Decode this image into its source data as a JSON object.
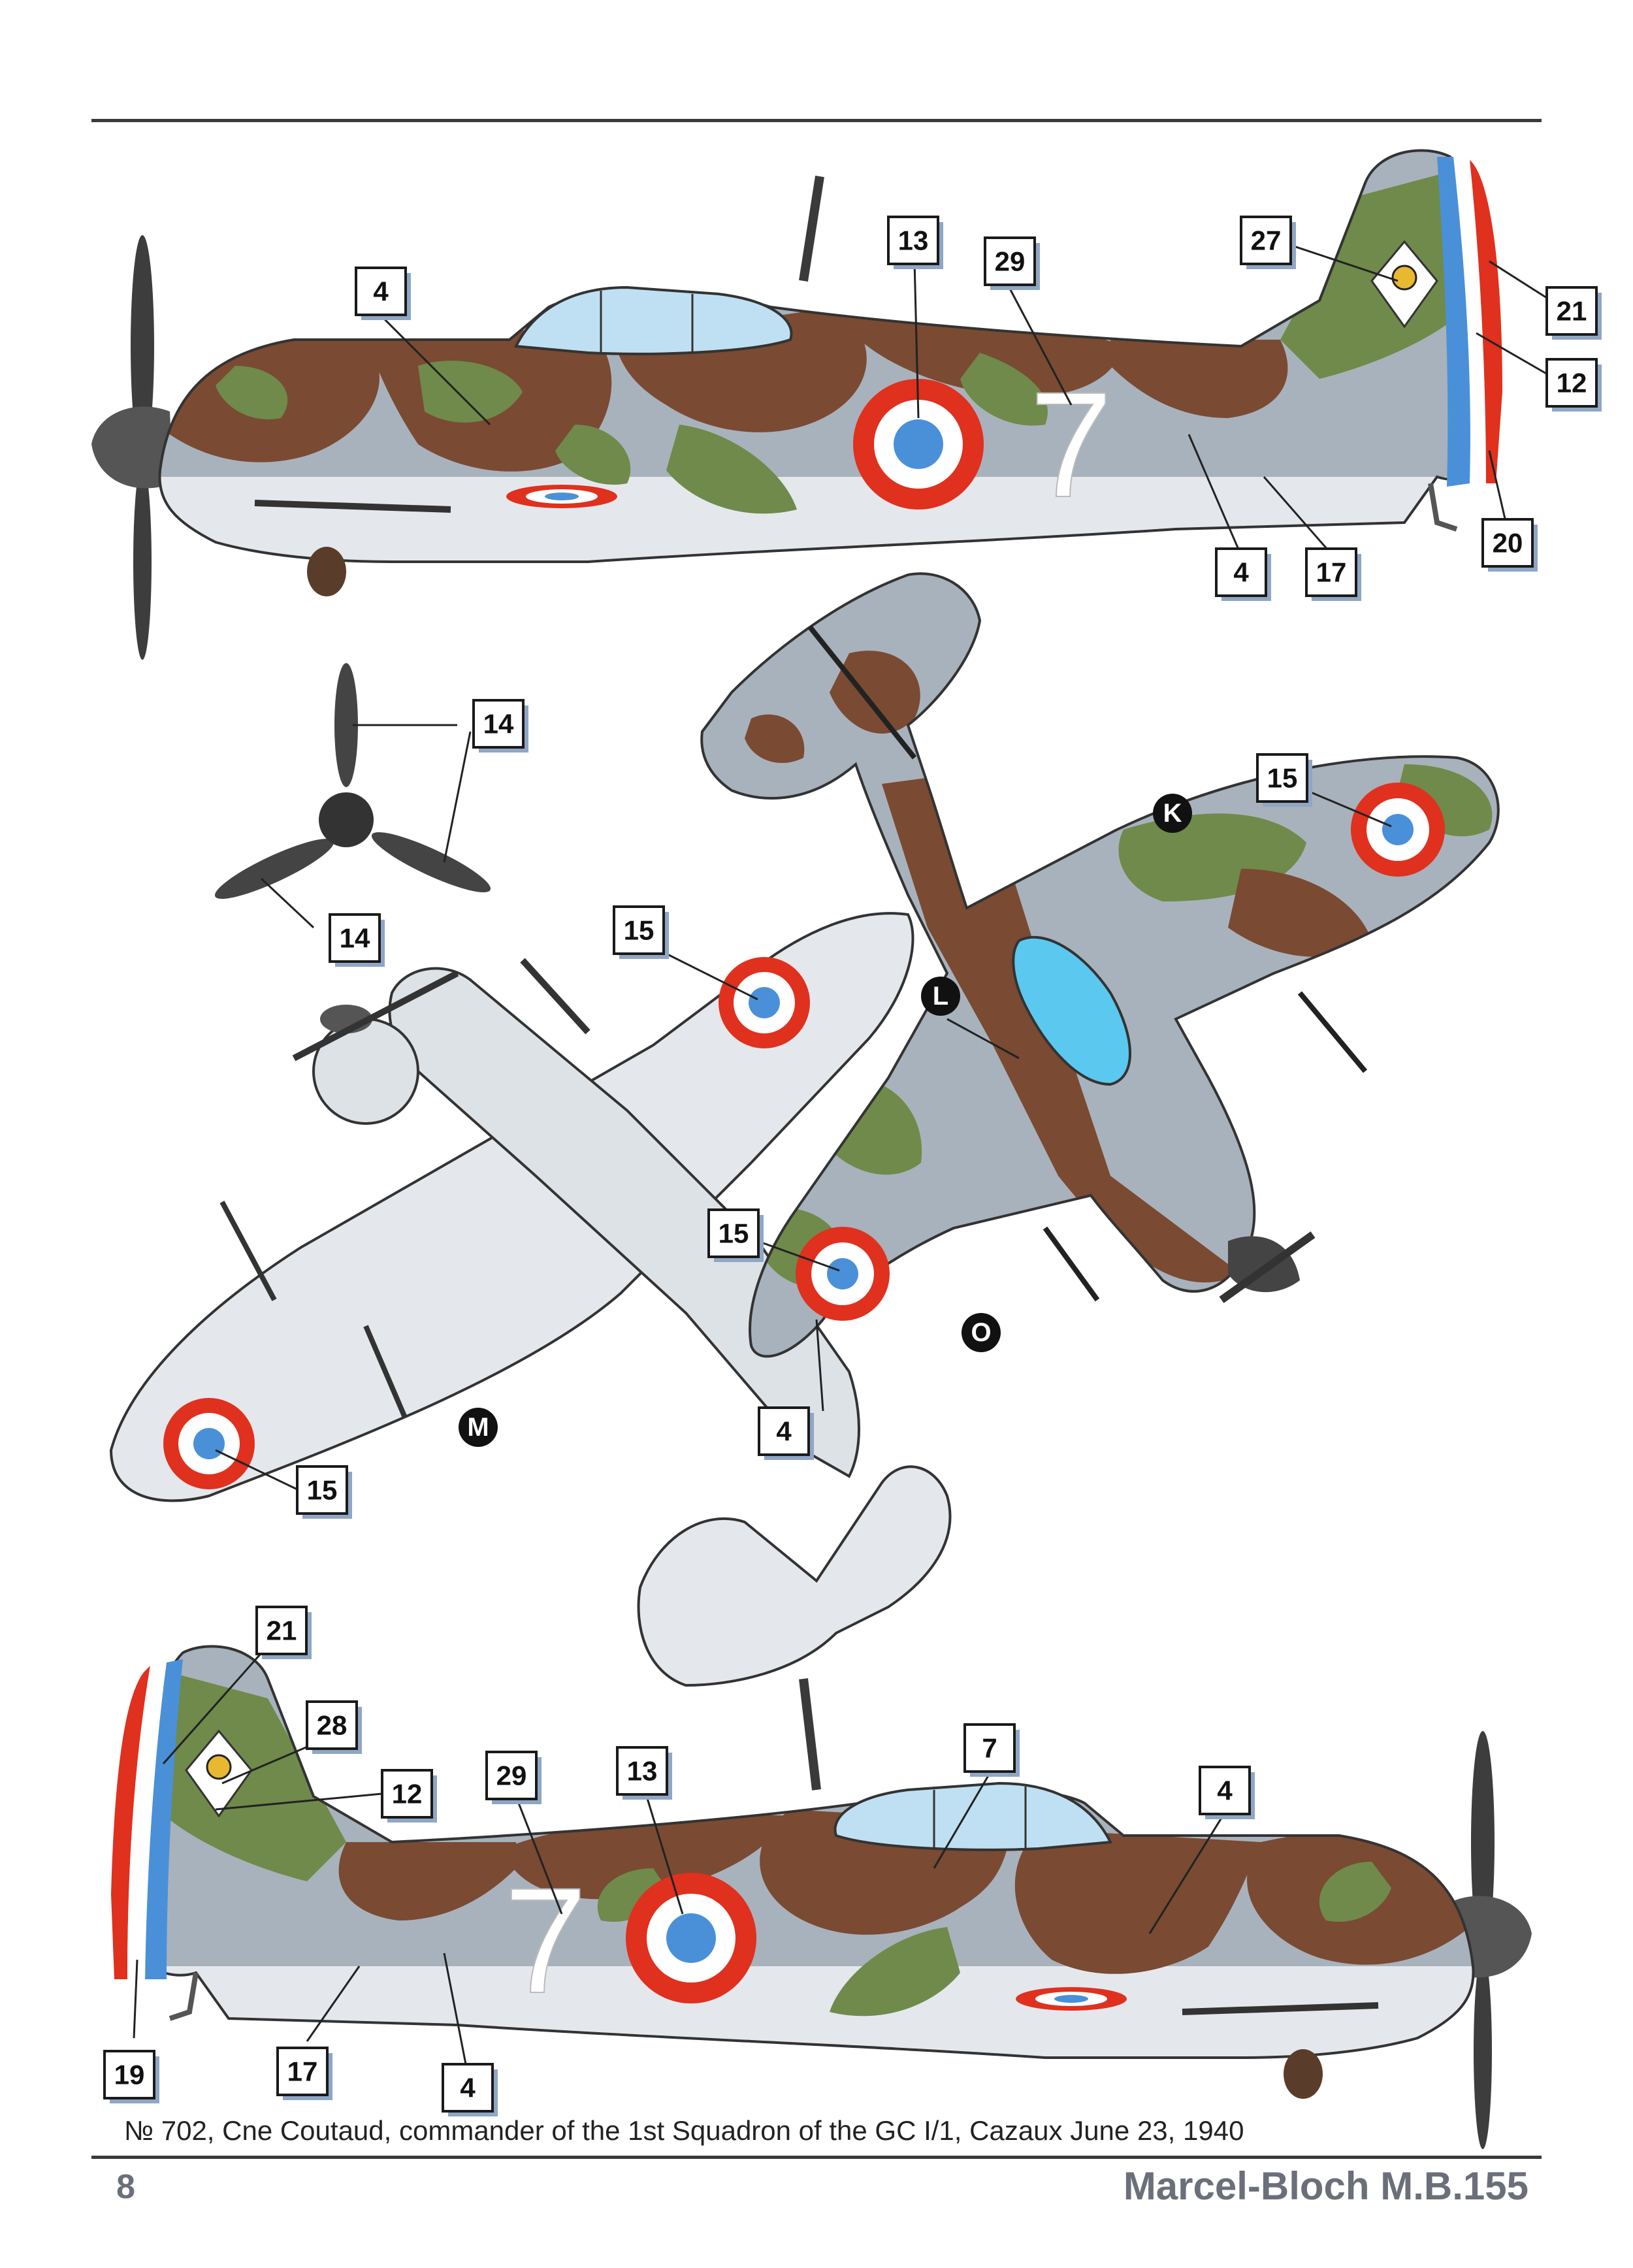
{
  "page": {
    "caption": "№ 702, Cne Coutaud, commander of the 1st Squadron of the GC I/1, Cazaux June 23, 1940",
    "page_number": "8",
    "book_title": "Marcel-Bloch M.B.155"
  },
  "colors": {
    "camo_brown": "#7a4a33",
    "camo_green": "#6f8a4a",
    "camo_grey": "#a8b2bc",
    "underside": "#e4e8ec",
    "roundel_red": "#e0301e",
    "roundel_blue": "#4a90d9",
    "callout_shadow": "#8fa6c4"
  },
  "aircraft_marking": "7",
  "callouts": [
    "4",
    "13",
    "29",
    "27",
    "21",
    "12",
    "20",
    "4",
    "17",
    "14",
    "14",
    "15",
    "15",
    "15",
    "15",
    "4",
    "21",
    "28",
    "12",
    "29",
    "13",
    "7",
    "4",
    "19",
    "17",
    "4"
  ],
  "letter_markers": [
    "K",
    "L",
    "O",
    "M"
  ],
  "views": {
    "left_profile": "left-side-profile",
    "propeller": "propeller-detail",
    "underside": "underside-plan",
    "top": "top-plan",
    "right_profile": "right-side-profile"
  }
}
